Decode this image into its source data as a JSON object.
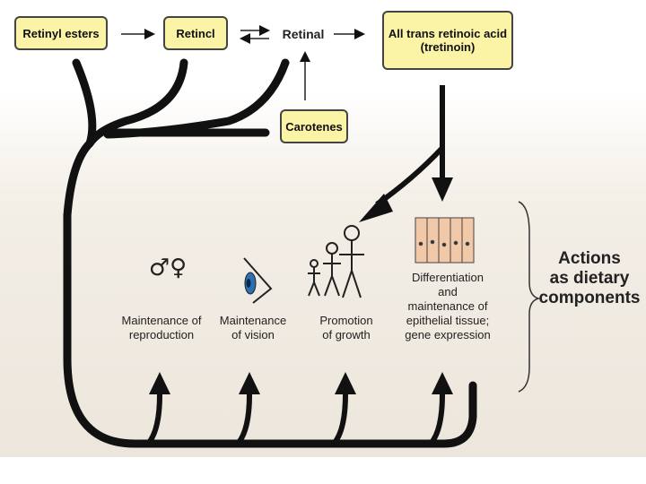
{
  "pathway": {
    "retinyl_esters": "Retinyl esters",
    "retinol": "Retincl",
    "retinal": "Retinal",
    "retinoic_acid_line1": "All trans retinoic acid",
    "retinoic_acid_line2": "(tretinoin)",
    "carotenes": "Carotenes"
  },
  "actions": {
    "reproduction_line1": "Maintenance of",
    "reproduction_line2": "reproduction",
    "vision_line1": "Maintenance",
    "vision_line2": "of vision",
    "growth_line1": "Promotion",
    "growth_line2": "of growth",
    "epithelial_line1": "Differentiation",
    "epithelial_line2": "and",
    "epithelial_line3": "maintenance of",
    "epithelial_line4": "epithelial tissue;",
    "epithelial_line5": "gene expression"
  },
  "summary": {
    "line1": "Actions",
    "line2": "as dietary",
    "line3": "components"
  },
  "symbols": {
    "gender": "♂♀"
  },
  "colors": {
    "box_fill": "#fbf3a6",
    "arrow": "#111111",
    "eye_iris": "#2d6fb0",
    "cell_fill": "#f2c9a8"
  }
}
